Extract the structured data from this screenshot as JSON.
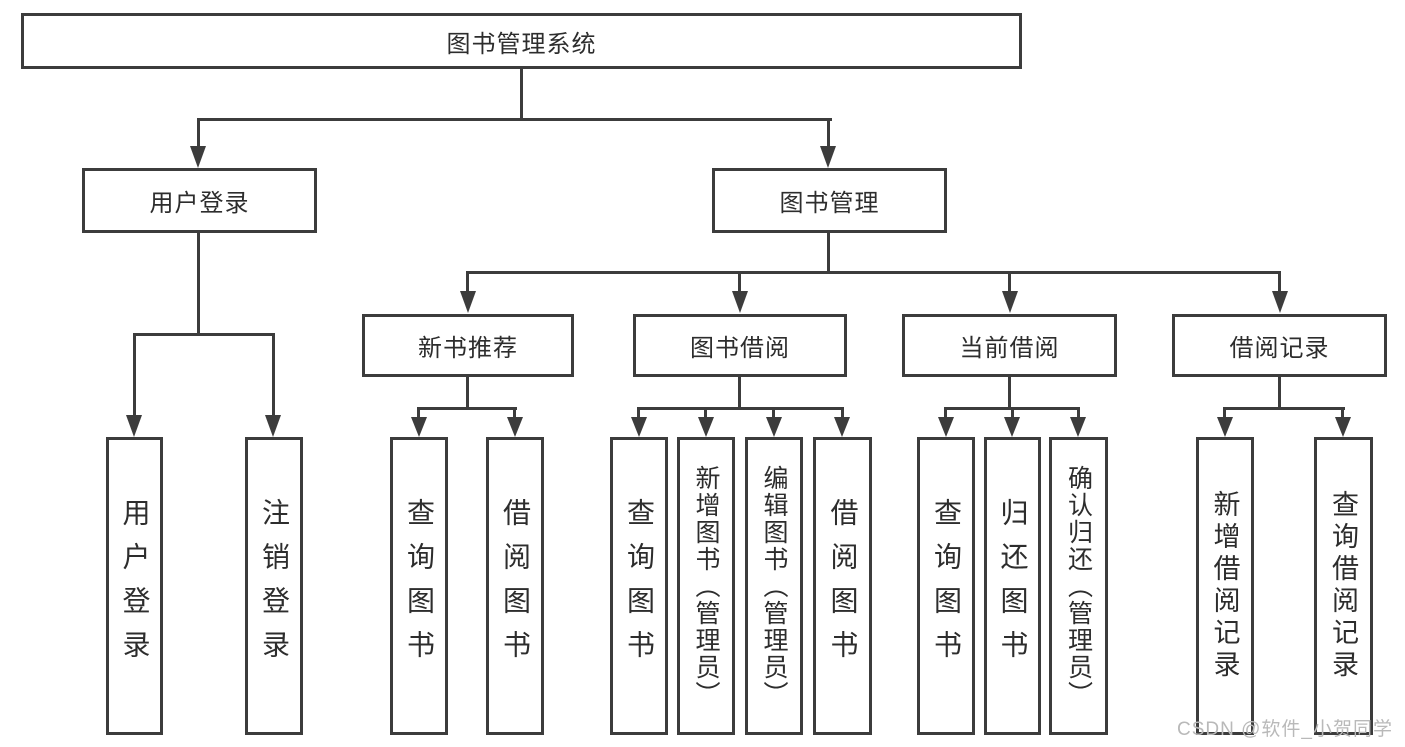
{
  "title": {
    "label": "图书管理系统"
  },
  "branches": {
    "user_login": {
      "label": "用户登录",
      "children": [
        "用户登录",
        "注销登录"
      ]
    },
    "book_mgmt": {
      "label": "图书管理"
    },
    "new_book_rec": {
      "label": "新书推荐",
      "children": [
        "查询图书",
        "借阅图书"
      ]
    },
    "book_borrow": {
      "label": "图书借阅",
      "children": [
        "查询图书",
        "新增图书（管理员）",
        "编辑图书（管理员）",
        "借阅图书"
      ]
    },
    "current_borrow": {
      "label": "当前借阅",
      "children": [
        "查询图书",
        "归还图书",
        "确认归还（管理员）"
      ]
    },
    "borrow_records": {
      "label": "借阅记录",
      "children": [
        "新增借阅记录",
        "查询借阅记录"
      ]
    }
  },
  "watermark": {
    "text": "CSDN @软件_小贺同学"
  },
  "colors": {
    "line": "#3c3c3c",
    "text": "#2d2d2d",
    "watermark": "#b9b9b9",
    "background": "#ffffff"
  }
}
